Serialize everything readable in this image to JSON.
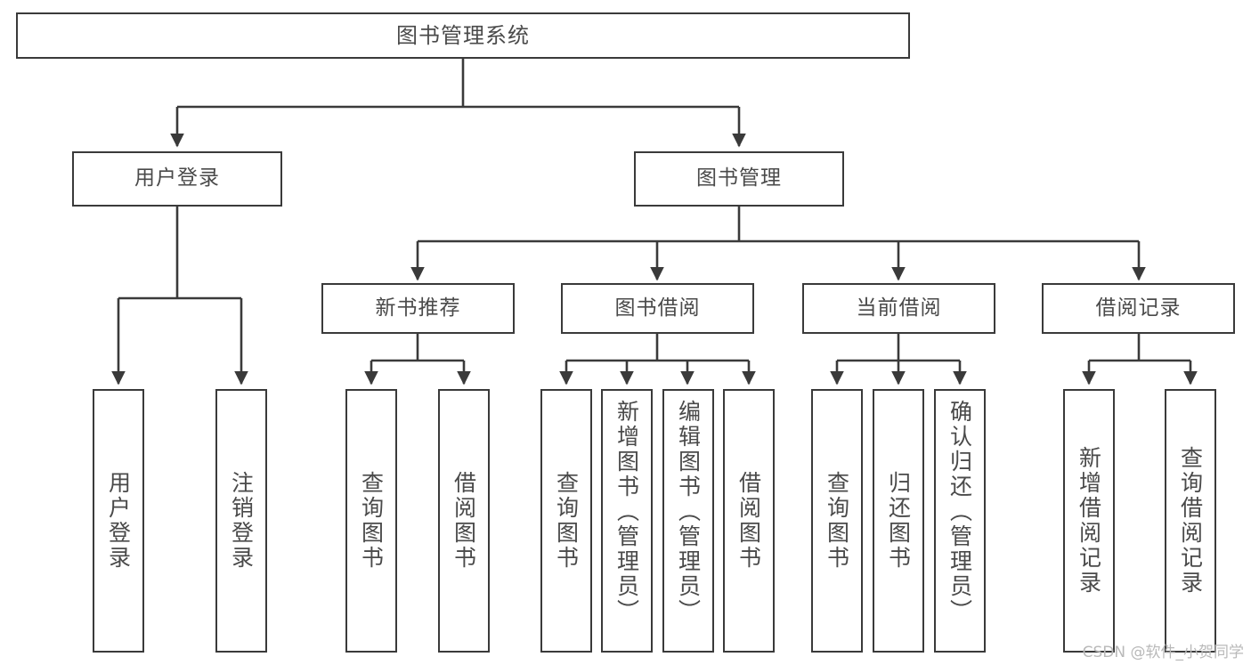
{
  "diagram": {
    "title": "图书管理系统",
    "type": "tree",
    "watermark": "CSDN @软件_小贺同学",
    "colors": {
      "stroke": "#3a3a3a",
      "text": "#4a4a4a",
      "background": "#ffffff",
      "watermark": "#b9b9b9"
    },
    "nodes": {
      "root": {
        "label": "图书管理系统"
      },
      "level2": [
        {
          "id": "user-login",
          "label": "用户登录"
        },
        {
          "id": "book-manage",
          "label": "图书管理"
        }
      ],
      "level3": [
        {
          "id": "new-book-recommend",
          "label": "新书推荐"
        },
        {
          "id": "book-borrow",
          "label": "图书借阅"
        },
        {
          "id": "current-borrow",
          "label": "当前借阅"
        },
        {
          "id": "borrow-record",
          "label": "借阅记录"
        }
      ],
      "leaves": {
        "user_login": [
          {
            "id": "leaf-user-login",
            "label": "用户登录"
          },
          {
            "id": "leaf-user-logout",
            "label": "注销登录"
          }
        ],
        "new_book_recommend": [
          {
            "id": "leaf-query-book-1",
            "label": "查询图书"
          },
          {
            "id": "leaf-borrow-book-1",
            "label": "借阅图书"
          }
        ],
        "book_borrow": [
          {
            "id": "leaf-query-book-2",
            "label": "查询图书"
          },
          {
            "id": "leaf-add-book",
            "label": "新增图书（管理员）"
          },
          {
            "id": "leaf-edit-book",
            "label": "编辑图书（管理员）"
          },
          {
            "id": "leaf-borrow-book-2",
            "label": "借阅图书"
          }
        ],
        "current_borrow": [
          {
            "id": "leaf-query-book-3",
            "label": "查询图书"
          },
          {
            "id": "leaf-return-book",
            "label": "归还图书"
          },
          {
            "id": "leaf-confirm-return",
            "label": "确认归还（管理员）"
          }
        ],
        "borrow_record": [
          {
            "id": "leaf-add-record",
            "label": "新增借阅记录"
          },
          {
            "id": "leaf-query-record",
            "label": "查询借阅记录"
          }
        ]
      }
    }
  }
}
